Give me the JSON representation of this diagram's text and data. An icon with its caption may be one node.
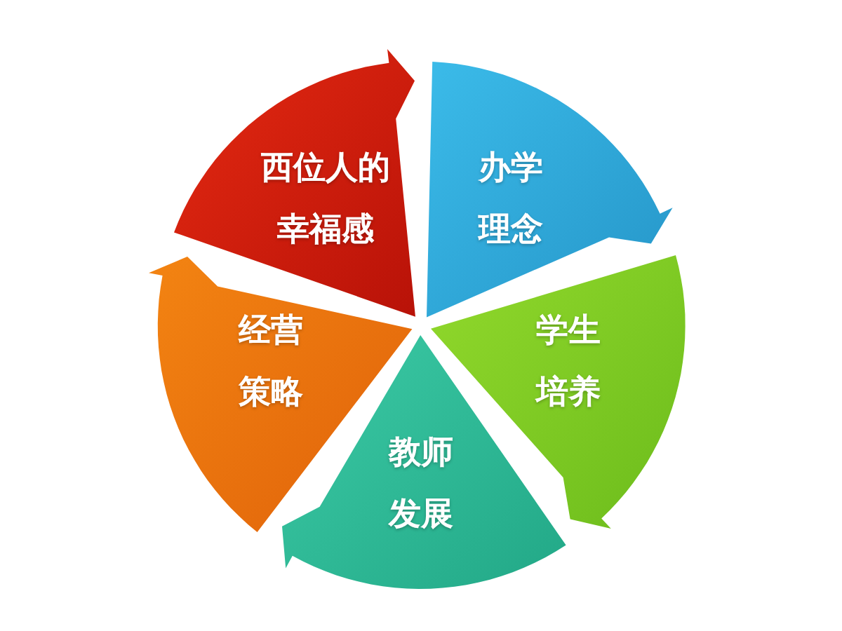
{
  "diagram": {
    "nodes": [
      {
        "text": [
          "西位人的幸福感"
        ]
      },
      {
        "text": [
          "办学理念"
        ]
      },
      {
        "text": [
          "学生培养"
        ]
      },
      {
        "text": [
          "教师发展"
        ]
      },
      {
        "text": [
          "经营策略"
        ]
      }
    ]
  }
}
